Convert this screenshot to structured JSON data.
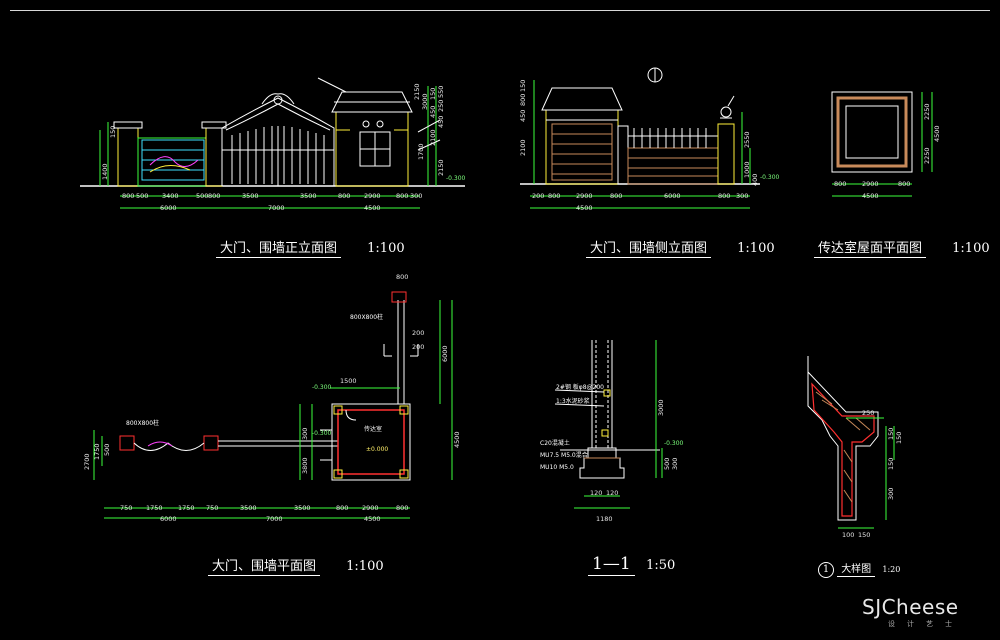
{
  "titles": {
    "front_elevation": {
      "text": "大门、围墙正立面图",
      "scale": "1:100"
    },
    "side_elevation": {
      "text": "大门、围墙侧立面图",
      "scale": "1:100"
    },
    "roof_plan": {
      "text": "传达室屋面平面图",
      "scale": "1:100"
    },
    "plan": {
      "text": "大门、围墙平面图",
      "scale": "1:100"
    },
    "section": {
      "text": "1—1",
      "scale": "1:50"
    },
    "detail": {
      "number": "1",
      "text": "大样图",
      "scale": "1:20"
    }
  },
  "front_elevation": {
    "dims_row1": [
      "800",
      "500",
      "3400",
      "500",
      "800",
      "3500",
      "3500",
      "800",
      "2900",
      "800",
      "300"
    ],
    "dims_row2": [
      "6000",
      "7000",
      "4500"
    ],
    "vert_dims": [
      "150",
      "450",
      "2100",
      "550",
      "250",
      "450",
      "2150",
      "1700",
      "150",
      "1400",
      "3000",
      "2150"
    ],
    "level": "-0.300"
  },
  "side_elevation": {
    "dims_row1": [
      "200",
      "800",
      "2900",
      "800",
      "6000",
      "800",
      "300"
    ],
    "dims_row2": [
      "4500"
    ],
    "vert_dims": [
      "150",
      "800",
      "450",
      "2100",
      "2550",
      "1000",
      "400"
    ],
    "level": "-0.300"
  },
  "roof_plan": {
    "dims_row1": [
      "800",
      "2900",
      "800"
    ],
    "dims_row2": [
      "4500"
    ],
    "vert_dims": [
      "2250",
      "4500",
      "2250"
    ]
  },
  "plan": {
    "label_pier": "800X800柱",
    "label_pier2": "800X800柱",
    "room_label": "传达室",
    "floor_level": "±0.000",
    "levels": [
      "-0.300",
      "-0.300"
    ],
    "dims_row1": [
      "750",
      "1750",
      "1750",
      "750",
      "3500",
      "3500",
      "800",
      "2900",
      "800"
    ],
    "dims_row2": [
      "6000",
      "7000",
      "4500"
    ],
    "top_dims": [
      "800",
      "1500",
      "200",
      "200",
      "300",
      "3800"
    ],
    "vert_dims": [
      "2700",
      "1750",
      "500",
      "4500",
      "6000"
    ]
  },
  "section": {
    "notes": [
      "2#钢  板φ8@200",
      "1:3水泥砂浆",
      "C20混凝土",
      "MU7.5 M5.0混合",
      "MU10 M5.0"
    ],
    "level": "-0.300",
    "dims": [
      "1180",
      "120",
      "120",
      "3000",
      "500",
      "300"
    ]
  },
  "detail": {
    "dims": [
      "250",
      "150",
      "150",
      "150",
      "300",
      "100",
      "150"
    ]
  },
  "colors": {
    "background": "#000000",
    "green": "#3cff3c",
    "white": "#ffffff",
    "yellow": "#ffef3a",
    "red": "#ff3030",
    "cyan": "#40e0ff",
    "magenta": "#ff40ff",
    "hatch": "#c88a5a"
  },
  "watermark": {
    "brand": "SJCheese",
    "sub": "设计艺士"
  }
}
